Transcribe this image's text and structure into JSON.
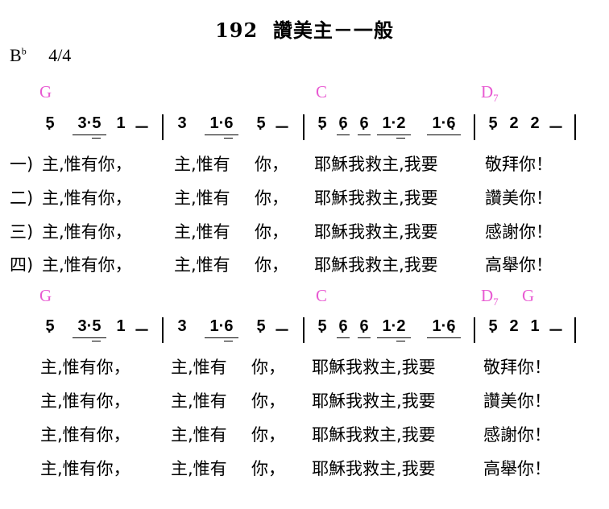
{
  "hymn": {
    "number": "192",
    "title": "讚美主－一般",
    "key_letter": "B",
    "key_accidental": "b",
    "meter": "4/4"
  },
  "systems": [
    {
      "chords": [
        "G",
        "C",
        "D7"
      ],
      "measures": [
        [
          "5̣",
          "3·5",
          "1",
          "－"
        ],
        [
          "3",
          "1·6",
          "5̣",
          "－"
        ],
        [
          "5̣",
          "6̣",
          "6̣",
          "1·2",
          "1·6"
        ],
        [
          "5̣",
          "2",
          "2",
          "－"
        ]
      ],
      "lyrics": [
        {
          "label": "一)",
          "phrases": [
            "主,惟有你，",
            "主,惟有",
            "你，",
            "耶穌我救主,我要",
            "敬拜你！"
          ]
        },
        {
          "label": "二)",
          "phrases": [
            "主,惟有你，",
            "主,惟有",
            "你，",
            "耶穌我救主,我要",
            "讚美你！"
          ]
        },
        {
          "label": "三)",
          "phrases": [
            "主,惟有你，",
            "主,惟有",
            "你，",
            "耶穌我救主,我要",
            "感謝你！"
          ]
        },
        {
          "label": "四)",
          "phrases": [
            "主,惟有你，",
            "主,惟有",
            "你，",
            "耶穌我救主,我要",
            "高舉你！"
          ]
        }
      ]
    },
    {
      "chords": [
        "G",
        "C",
        "D7",
        "G"
      ],
      "measures": [
        [
          "5̣",
          "3·5",
          "1",
          "－"
        ],
        [
          "3",
          "1·6",
          "5̣",
          "－"
        ],
        [
          "5̣",
          "6̣",
          "6̣",
          "1·2",
          "1·6"
        ],
        [
          "5̣",
          "2",
          "1",
          "－"
        ]
      ],
      "lyrics": [
        {
          "phrases": [
            "主,惟有你，",
            "主,惟有",
            "你，",
            "耶穌我救主,我要",
            "敬拜你！"
          ]
        },
        {
          "phrases": [
            "主,惟有你，",
            "主,惟有",
            "你，",
            "耶穌我救主,我要",
            "讚美你！"
          ]
        },
        {
          "phrases": [
            "主,惟有你，",
            "主,惟有",
            "你，",
            "耶穌我救主,我要",
            "感謝你！"
          ]
        },
        {
          "phrases": [
            "主,惟有你，",
            "主,惟有",
            "你，",
            "耶穌我救主,我要",
            "高舉你！"
          ]
        }
      ]
    }
  ]
}
